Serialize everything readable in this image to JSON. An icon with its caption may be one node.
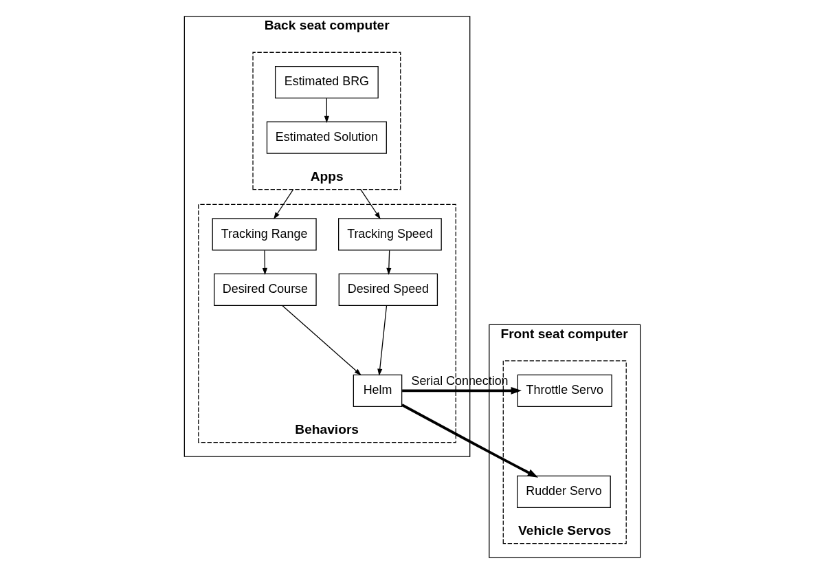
{
  "diagram": {
    "nodes": [
      {
        "text": [
          "Back seat computer"
        ]
      },
      {
        "text": [
          "Apps"
        ],
        "in": 0
      },
      {
        "text": [
          "Estimated BRG"
        ],
        "in": 1
      },
      {
        "text": [
          "Estimated Solution"
        ],
        "in": 1
      },
      {
        "text": [
          "Behaviors"
        ],
        "in": 0
      },
      {
        "text": [
          "Tracking Range"
        ],
        "in": 4
      },
      {
        "text": [
          "Tracking Speed"
        ],
        "in": 4
      },
      {
        "text": [
          "Desired Course"
        ],
        "in": 4
      },
      {
        "text": [
          "Desired Speed"
        ],
        "in": 4
      },
      {
        "text": [
          "Helm"
        ],
        "in": 4
      },
      {
        "text": [
          "Front seat computer"
        ]
      },
      {
        "text": [
          "Vehicle Servos"
        ],
        "in": 10
      },
      {
        "text": [
          "Throttle Servo"
        ],
        "in": 11
      },
      {
        "text": [
          "Rudder Servo"
        ],
        "in": 11
      }
    ],
    "edges": [
      {
        "from": 2,
        "to": 3,
        "arrow": "to"
      },
      {
        "from": 1,
        "to": 5,
        "arrow": "to"
      },
      {
        "from": 1,
        "to": 6,
        "arrow": "to"
      },
      {
        "from": 5,
        "to": 7,
        "arrow": "to"
      },
      {
        "from": 6,
        "to": 8,
        "arrow": "to"
      },
      {
        "from": 7,
        "to": 9,
        "arrow": "to"
      },
      {
        "from": 8,
        "to": 9,
        "arrow": "to"
      },
      {
        "from": 9,
        "to": 12,
        "arrow": "to",
        "style": "thick",
        "label": "Serial Connection"
      },
      {
        "from": 9,
        "to": 13,
        "arrow": "to",
        "style": "thick"
      }
    ]
  }
}
